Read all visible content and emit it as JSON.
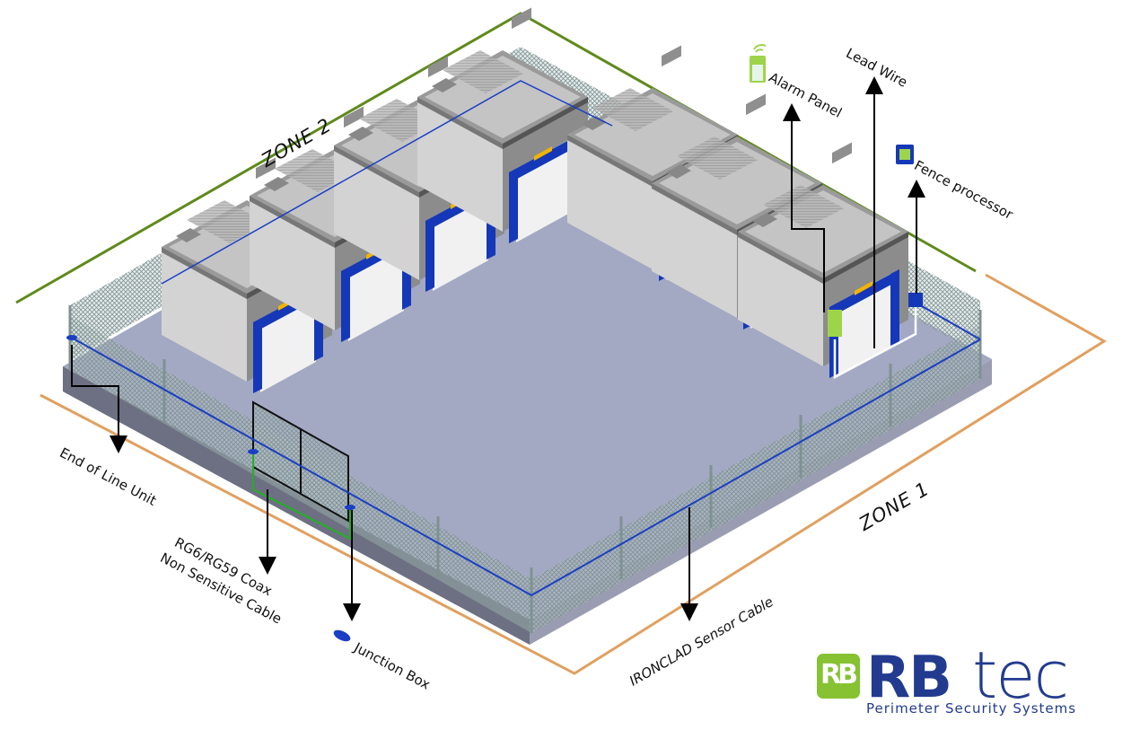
{
  "diagram": {
    "type": "isometric perimeter security layout",
    "zones": [
      {
        "label": "ZONE 2",
        "color": "#5f8a1c"
      },
      {
        "label": "ZONE 1",
        "color": "#e0a060"
      }
    ],
    "callouts": {
      "alarm_panel": "Alarm Panel",
      "lead_wire": "Lead Wire",
      "fence_processor": "Fence processor",
      "end_of_line_unit": "End of Line Unit",
      "coax_line1": "RG6/RG59 Coax",
      "coax_line2": "Non Sensitive Cable",
      "junction_box": "Junction Box",
      "sensor_cable": "IRONCLAD Sensor Cable"
    },
    "colors": {
      "sensor_cable": "#1a3fc4",
      "coax_cable": "#22b022",
      "lead_wire": "#ffffff",
      "pad_top": "#a3a8c3",
      "pad_side": "#6d7082",
      "building_wall": "#c8c8c8",
      "door_frame": "#1538b8",
      "fence": "#8a9a9a"
    },
    "buildings_count": 7
  },
  "logo": {
    "mark": "RB",
    "brand_bold": "RB",
    "brand_light": "tec",
    "tagline": "Perimeter Security Systems",
    "colors": {
      "mark": "#86c232",
      "text": "#223b8f"
    }
  }
}
